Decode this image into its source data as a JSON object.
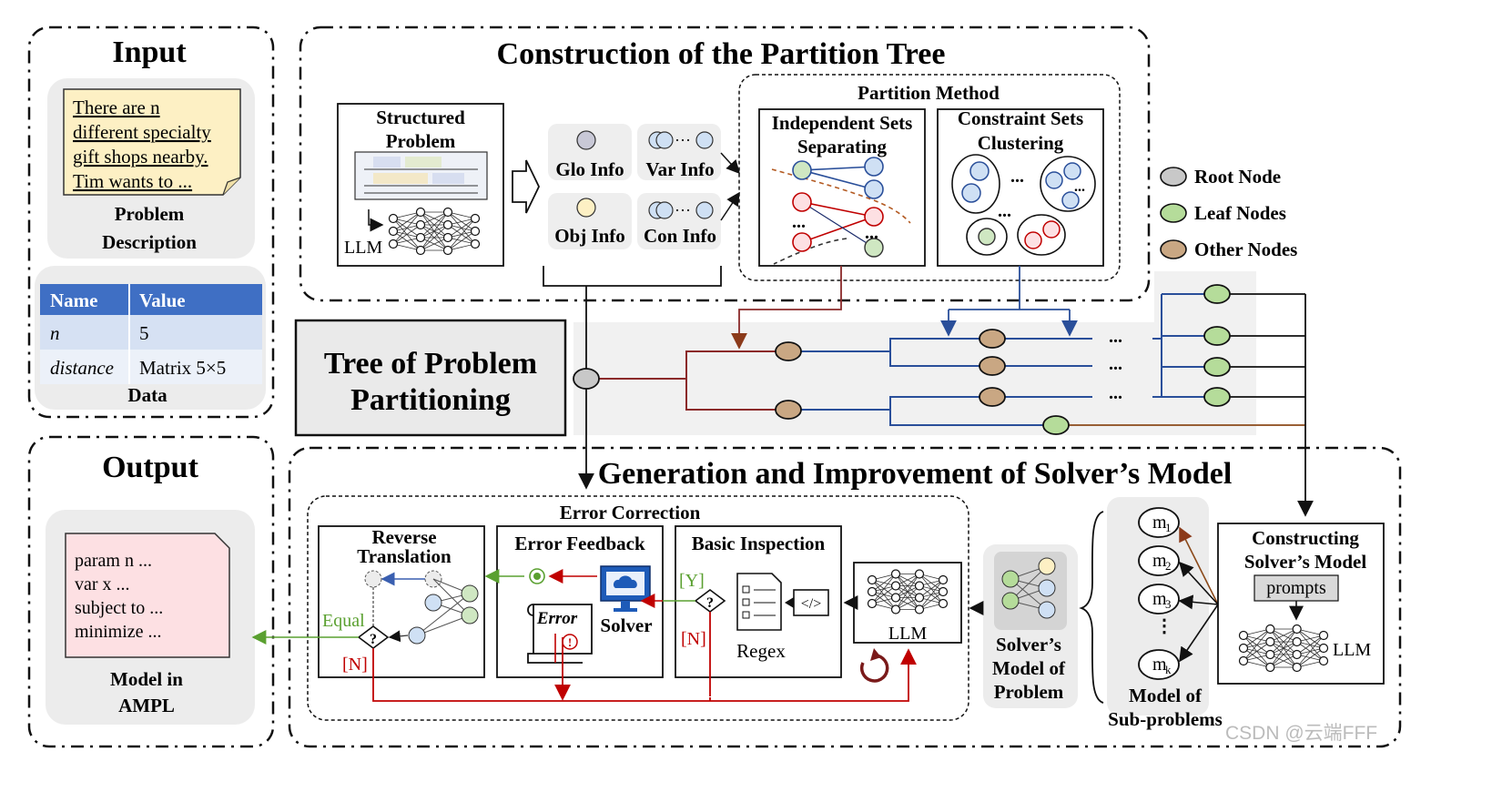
{
  "input": {
    "title": "Input",
    "problem_lines": [
      "There are n",
      "different specialty",
      "gift shops nearby.",
      "Tim wants to ..."
    ],
    "problem_caption_1": "Problem",
    "problem_caption_2": "Description",
    "table_headers": [
      "Name",
      "Value"
    ],
    "table_rows": [
      [
        "n",
        "5"
      ],
      [
        "distance",
        "Matrix 5×5"
      ]
    ],
    "data_caption": "Data"
  },
  "output": {
    "title": "Output",
    "code_lines": [
      "param n ...",
      "var x ...",
      "subject to ...",
      "minimize ..."
    ],
    "caption_1": "Model in",
    "caption_2": "AMPL"
  },
  "construction": {
    "title": "Construction of the Partition Tree",
    "structured_1": "Structured",
    "structured_2": "Problem",
    "llm": "LLM",
    "glo_info": "Glo Info",
    "var_info": "Var Info",
    "obj_info": "Obj Info",
    "con_info": "Con Info",
    "partition_method": "Partition Method",
    "independent_1": "Independent  Sets",
    "independent_2": "Separating",
    "constraint_1": "Constraint Sets",
    "constraint_2": "Clustering",
    "ellipsis": "..."
  },
  "legend": {
    "root": "Root Node",
    "leaf": "Leaf Nodes",
    "other": "Other Nodes",
    "colors": {
      "root": "#c8c8c8",
      "leaf": "#b5dc9a",
      "other": "#c9a783"
    }
  },
  "tree": {
    "title_1": "Tree of Problem",
    "title_2": "Partitioning",
    "dots": "..."
  },
  "generation": {
    "title": "Generation and Improvement of Solver’s Model",
    "error_correction": "Error Correction",
    "reverse_1": "Reverse",
    "reverse_2": "Translation",
    "equal": "Equal",
    "n_label": "[N]",
    "y_label": "[Y]",
    "error_feedback": "Error Feedback",
    "error": "Error",
    "solver": "Solver",
    "basic_inspection": "Basic Inspection",
    "regex": "Regex",
    "llm": "LLM",
    "solver_model_1": "Solver’s",
    "solver_model_2": "Model of",
    "solver_model_3": "Problem",
    "m_labels": [
      "m",
      "m",
      "m",
      "m"
    ],
    "m_subs": [
      "1",
      "2",
      "3",
      "k"
    ],
    "sub_caption_1": "Model of",
    "sub_caption_2": "Sub-problems",
    "constructing_1": "Constructing",
    "constructing_2": "Solver’s Model",
    "prompts": "prompts",
    "llm2": "LLM",
    "question": "?"
  },
  "watermark": "CSDN @云端FFF"
}
